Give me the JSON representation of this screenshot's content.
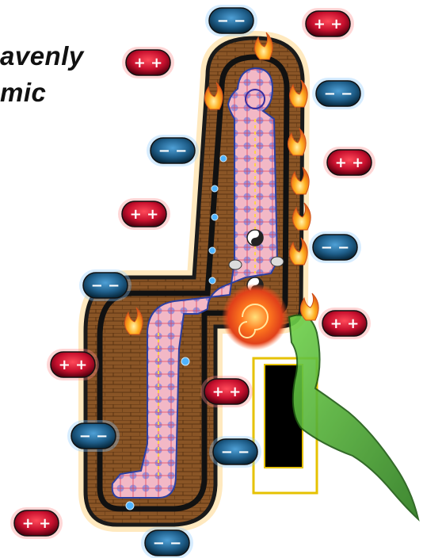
{
  "title_lines": [
    "avenly",
    "mic"
  ],
  "colors": {
    "background": "#ffffff",
    "positive_ion": "#c8102e",
    "negative_ion": "#1f5f8b",
    "chair_wood": "#7a4a1f",
    "chair_outline": "#1a1a1a",
    "aura_glow": "#ffb347",
    "flame": "#ff9a1f",
    "energy_stream": "#3aa52b",
    "vortex": "#ff5a1f",
    "drain_box": "#e6c200"
  },
  "icons": [
    "positive-ion-icon",
    "negative-ion-icon",
    "flame-icon",
    "yin-yang-icon",
    "energy-vortex-icon",
    "energy-drain-icon"
  ],
  "ions": [
    {
      "kind": "negative",
      "symbol": "− −"
    },
    {
      "kind": "positive",
      "symbol": "+ +"
    },
    {
      "kind": "positive",
      "symbol": "+ +"
    },
    {
      "kind": "negative",
      "symbol": "− −"
    },
    {
      "kind": "negative",
      "symbol": "− −"
    },
    {
      "kind": "positive",
      "symbol": "+ +"
    },
    {
      "kind": "positive",
      "symbol": "+ +"
    },
    {
      "kind": "negative",
      "symbol": "− −"
    },
    {
      "kind": "negative",
      "symbol": "− −"
    },
    {
      "kind": "positive",
      "symbol": "+ +"
    },
    {
      "kind": "positive",
      "symbol": "+ +"
    },
    {
      "kind": "negative",
      "symbol": "− −"
    },
    {
      "kind": "negative",
      "symbol": "− −"
    },
    {
      "kind": "positive",
      "symbol": "+ +"
    },
    {
      "kind": "positive",
      "symbol": "+ +"
    },
    {
      "kind": "negative",
      "symbol": "− −"
    }
  ]
}
